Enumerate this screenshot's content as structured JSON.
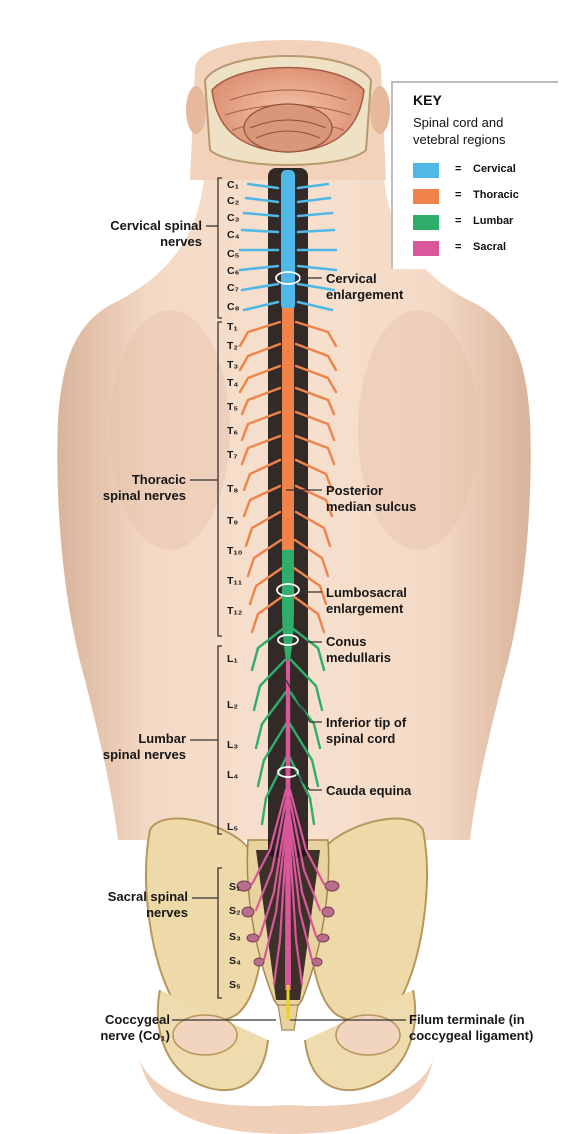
{
  "key": {
    "title": "KEY",
    "subtitle": "Spinal cord and vetebral regions",
    "items": [
      {
        "label": "Cervical",
        "symbol": "=",
        "color": "#4fb8e6"
      },
      {
        "label": "Thoracic",
        "symbol": "=",
        "color": "#f0834a"
      },
      {
        "label": "Lumbar",
        "symbol": "=",
        "color": "#2fad6a"
      },
      {
        "label": "Sacral",
        "symbol": "=",
        "color": "#d9579a"
      }
    ]
  },
  "groups": {
    "cervical": "Cervical spinal nerves",
    "thoracic": "Thoracic spinal nerves",
    "lumbar": "Lumbar spinal nerves",
    "sacral": "Sacral spinal nerves",
    "coccygeal": "Coccygeal nerve (Co₁)"
  },
  "structures": {
    "cervical_enlargement": "Cervical enlargement",
    "posterior_median_sulcus": "Posterior median sulcus",
    "lumbosacral_enlargement": "Lumbosacral enlargement",
    "conus_medullaris": "Conus medullaris",
    "inferior_tip": "Inferior tip of spinal cord",
    "cauda_equina": "Cauda equina",
    "filum_terminale": "Filum terminale (in coccygeal ligament)"
  },
  "segments": {
    "cervical": [
      "C₁",
      "C₂",
      "C₃",
      "C₄",
      "C₅",
      "C₆",
      "C₇",
      "C₈"
    ],
    "thoracic": [
      "T₁",
      "T₂",
      "T₃",
      "T₄",
      "T₅",
      "T₆",
      "T₇",
      "T₈",
      "T₉",
      "T₁₀",
      "T₁₁",
      "T₁₂"
    ],
    "lumbar": [
      "L₁",
      "L₂",
      "L₃",
      "L₄",
      "L₅"
    ],
    "sacral": [
      "S₁",
      "S₂",
      "S₃",
      "S₄",
      "S₅"
    ]
  },
  "colors": {
    "skin": "#f2d5bf",
    "skin_shadow": "#dcb49a",
    "bone": "#efdcae",
    "bone_shadow": "#c9ab72",
    "brain": "#e9a98b",
    "cervical": "#4fb8e6",
    "thoracic": "#f0834a",
    "lumbar": "#2fad6a",
    "sacral": "#d9579a",
    "filum": "#e8d21a"
  }
}
